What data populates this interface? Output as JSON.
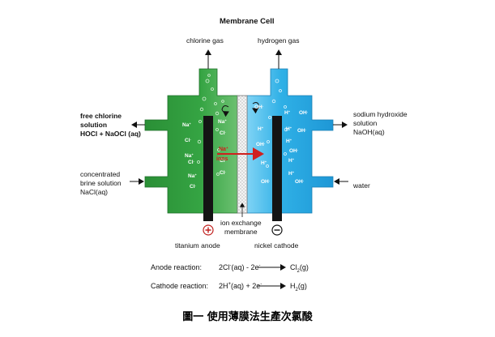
{
  "title": "Membrane Cell",
  "labels": {
    "chlorine_gas": "chlorine gas",
    "hydrogen_gas": "hydrogen gas",
    "free_chlorine": [
      "free chlorine",
      "solution",
      "HOCl + NaOCl (aq)"
    ],
    "brine": [
      "concentrated",
      "brine solution",
      "NaCl(aq)"
    ],
    "sodium_hydroxide": [
      "sodium hydroxide",
      "solution",
      "NaOH(aq)"
    ],
    "water": "water",
    "ion_exchange": [
      "ion exchange",
      "membrane"
    ],
    "titanium_anode": "titanium anode",
    "nickel_cathode": "nickel cathode",
    "na_ions": [
      "Na",
      "ions"
    ]
  },
  "ions_anode": [
    "Na",
    "Cl",
    "Na",
    "Cl",
    "Na",
    "Cl",
    "Na",
    "Cl",
    "Cl",
    "Cl",
    "Na",
    "Cl"
  ],
  "ions_cathode": [
    "OH",
    "H",
    "OH",
    "H",
    "H",
    "OH",
    "OH",
    "H",
    "H",
    "OH",
    "H",
    "OH",
    "OH",
    "H"
  ],
  "reactions": {
    "anode_label": "Anode reaction:",
    "anode_left": "2Cl",
    "anode_left_tail": "(aq) - 2e",
    "anode_right": "Cl",
    "anode_right_tail": "(g)",
    "cathode_label": "Cathode reaction:",
    "cathode_left": "2H",
    "cathode_left_tail": "(aq) + 2e",
    "cathode_right": "H",
    "cathode_right_tail": "(g)"
  },
  "caption": "圖一 使用薄膜法生產次氯酸",
  "colors": {
    "anode_green": "#2e9a3c",
    "cathode_blue": "#2aa8e0",
    "arrow_red": "#d0201e",
    "electrode_black": "#141414"
  }
}
